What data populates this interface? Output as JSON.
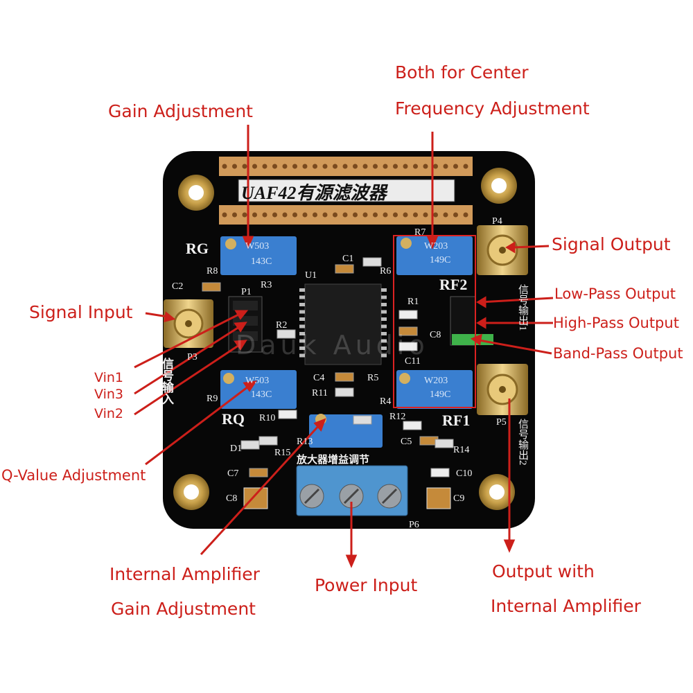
{
  "callouts": {
    "gain_adjustment": "Gain Adjustment",
    "center_freq_line1": "Both for Center",
    "center_freq_line2": "Frequency Adjustment",
    "signal_output": "Signal Output",
    "signal_input": "Signal Input",
    "low_pass_output": "Low-Pass Output",
    "high_pass_output": "High-Pass Output",
    "band_pass_output": "Band-Pass Output",
    "vin1": "Vin1",
    "vin3": "Vin3",
    "vin2": "Vin2",
    "q_value_adjustment": "Q-Value Adjustment",
    "internal_amp_line1": "Internal Amplifier",
    "internal_amp_line2": "Gain Adjustment",
    "power_input": "Power Input",
    "output_amp_line1": "Output with",
    "output_amp_line2": "Internal Amplifier"
  },
  "board": {
    "title": "UAF42有源滤波器",
    "amp_label": "放大器增益调节",
    "input_label": "信号输入",
    "output1_label": "信号输出1",
    "output2_label": "信号输出2",
    "rg": "RG",
    "rq": "RQ",
    "rf1": "RF1",
    "rf2": "RF2",
    "p1": "P1",
    "p3": "P3",
    "p4": "P4",
    "p5": "P5",
    "p6": "P6",
    "u1": "U1",
    "r1": "R1",
    "r2": "R2",
    "r3": "R3",
    "r4": "R4",
    "r5": "R5",
    "r6": "R6",
    "r7": "R7",
    "r8": "R8",
    "r9": "R9",
    "r10": "R10",
    "r11": "R11",
    "r12": "R12",
    "r13": "R13",
    "r14": "R14",
    "r15": "R15",
    "c1": "C1",
    "c2": "C2",
    "c4": "C4",
    "c5": "C5",
    "c7": "C7",
    "c8": "C8",
    "c9": "C9",
    "c10": "C10",
    "c11": "C11",
    "d1": "D1",
    "pot_w503": "W503",
    "pot_w203": "W203",
    "pot_code_a": "143C",
    "pot_code_b": "149C",
    "watermark": "Dauk Audio"
  },
  "colors": {
    "annotation_red": "#cc1f1a",
    "pcb_black": "#070707",
    "pot_blue": "#3a7fd0",
    "gold": "#c9a14a",
    "header_copper": "#d19a5a",
    "terminal_blue": "#4f95cf",
    "jumper_green": "#3fb24a"
  }
}
